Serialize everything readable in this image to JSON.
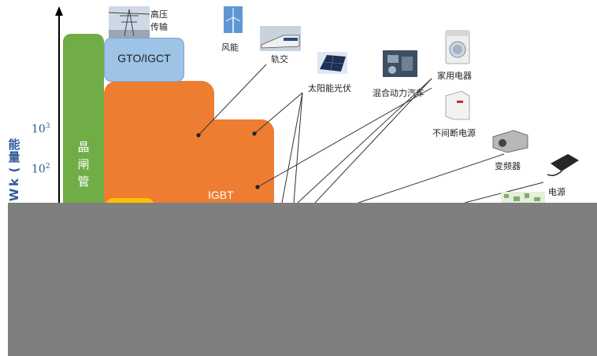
{
  "y_axis": {
    "label": "能量(kW)",
    "ticks": [
      {
        "base": "10",
        "exp": "3"
      },
      {
        "base": "10",
        "exp": "2"
      }
    ]
  },
  "devices": {
    "thyristor": "晶闸管",
    "gto": "GTO/IGCT",
    "igbt": "IGBT"
  },
  "applications": {
    "hv_transmission": "高压\n传输",
    "wind": "风能",
    "rail": "轨交",
    "solar": "太阳能光伏",
    "hybrid": "混合动力汽车",
    "appliances": "家用电器",
    "ups": "不间断电源",
    "inverter": "变频器",
    "power": "电源"
  },
  "colors": {
    "thyristor": "#70ad47",
    "gto": "#9dc3e6",
    "igbt": "#ed7d31",
    "mosfet": "#ffc000",
    "axis_text": "#2e5b9a",
    "occlusion": "#7f7f7f"
  }
}
